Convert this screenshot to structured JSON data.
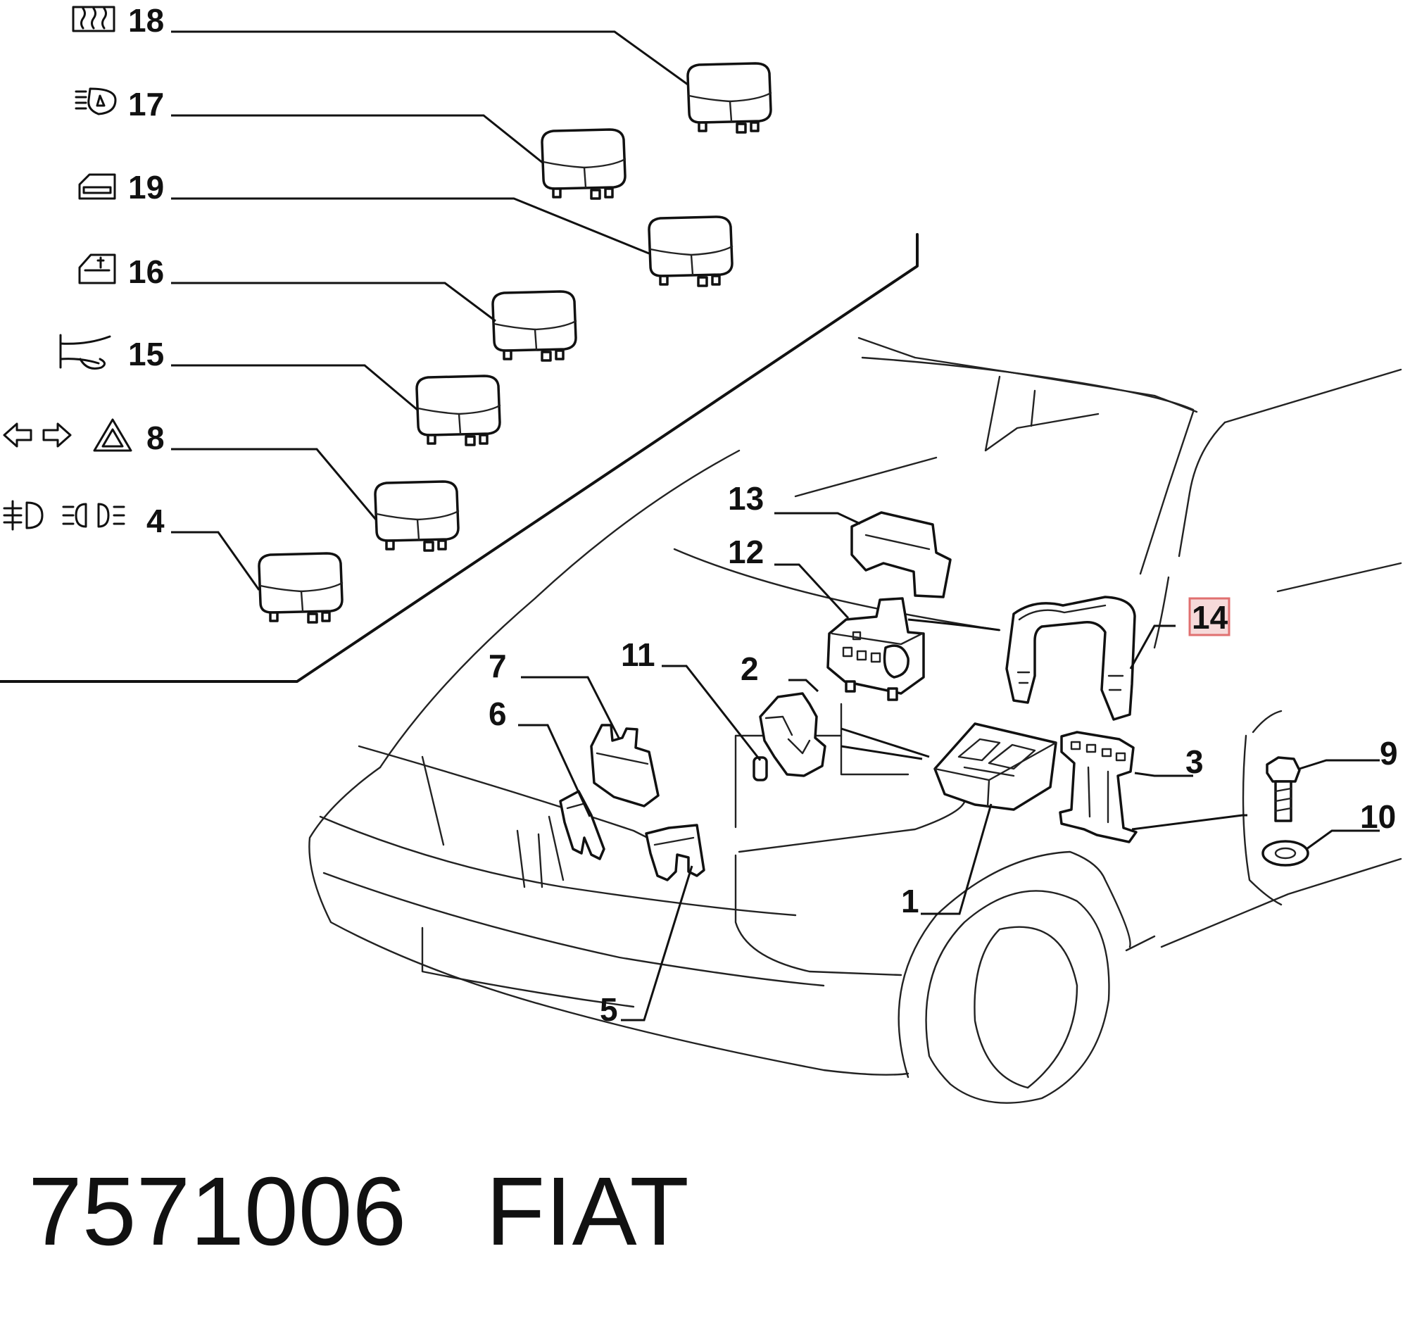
{
  "diagram": {
    "callouts": {
      "c18": "18",
      "c17": "17",
      "c19": "19",
      "c16": "16",
      "c15": "15",
      "c8": "8",
      "c4": "4",
      "c13": "13",
      "c12": "12",
      "c14": "14",
      "c7": "7",
      "c11": "11",
      "c2": "2",
      "c6": "6",
      "c3": "3",
      "c9": "9",
      "c10": "10",
      "c1": "1",
      "c5": "5"
    },
    "highlighted_callout": "14",
    "highlight_color": "#f6dada",
    "icons": {
      "i18": "rear-defrost-icon",
      "i17": "wiper-washer-icon",
      "i19": "power-window-icon",
      "i16": "door-lock-icon",
      "i15": "horn-icon",
      "i8a": "turn-signal-icon",
      "i8b": "hazard-warning-icon",
      "i4a": "fog-light-icon",
      "i4b": "low-beam-icon"
    }
  },
  "footer": {
    "part_number": "7571006",
    "brand": "FIAT"
  }
}
